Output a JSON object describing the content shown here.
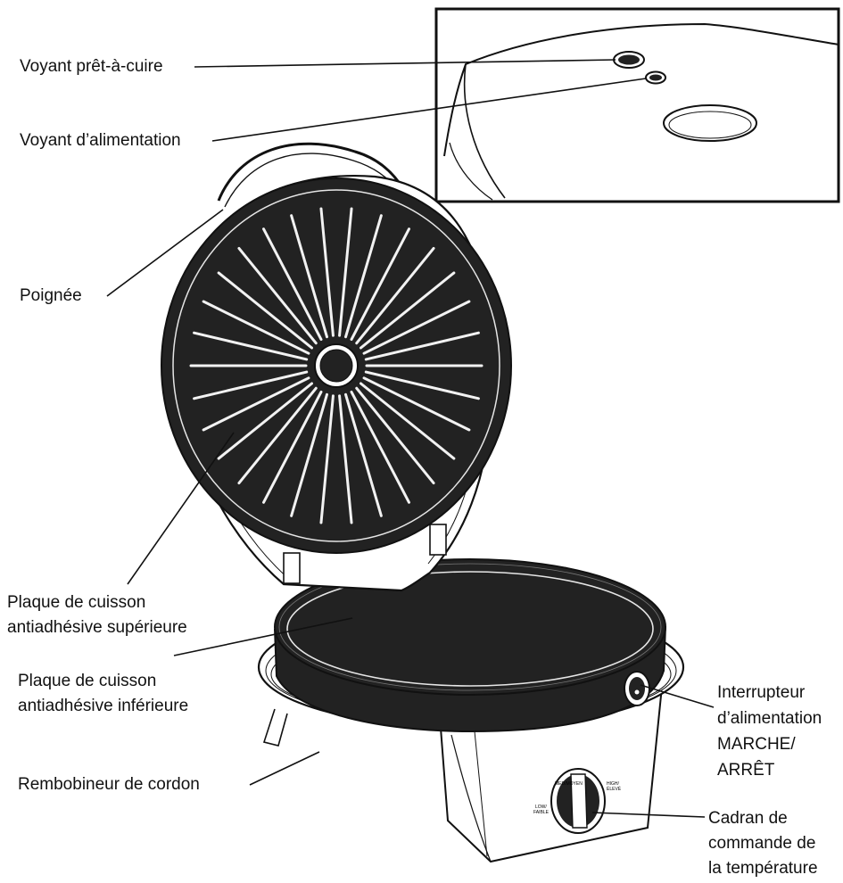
{
  "labels": {
    "ready_light": "Voyant prêt-à-cuire",
    "power_light": "Voyant d’alimentation",
    "handle": "Poignée",
    "upper_plate": [
      "Plaque de cuisson",
      "antiadhésive supérieure"
    ],
    "lower_plate": [
      "Plaque de cuisson",
      "antiadhésive inférieure"
    ],
    "cord_wrap": "Rembobineur de cordon",
    "power_switch": [
      "Interrupteur",
      "d’alimentation",
      "MARCHE/",
      "ARRÊT"
    ],
    "temp_dial": [
      "Cadran de",
      "commande de",
      "la température"
    ]
  },
  "dial_marks": {
    "low": [
      "LOW/",
      "FAIBLE"
    ],
    "med": "MED/MOYEN",
    "high": [
      "HIGH/",
      "ÉLEVÉ"
    ]
  },
  "colors": {
    "line": "#111111",
    "plate": "#222222",
    "body": "#ffffff"
  }
}
